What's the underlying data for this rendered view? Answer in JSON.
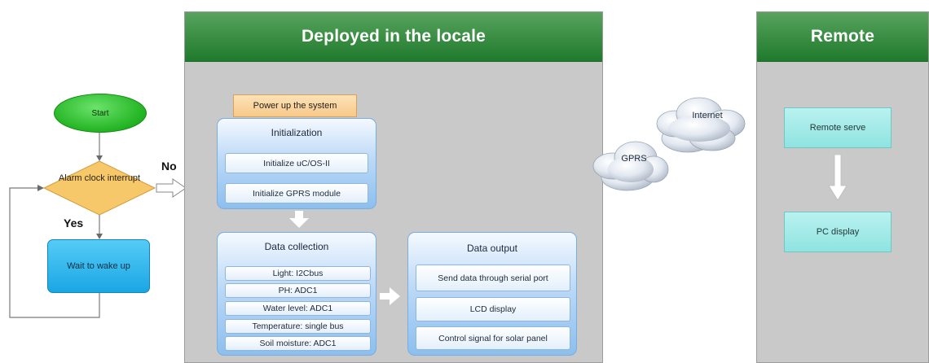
{
  "flowchart": {
    "start": "Start",
    "decision": "Alarm clock interrupt",
    "no": "No",
    "yes": "Yes",
    "wait": "Wait to wake up"
  },
  "locale_panel": {
    "header": "Deployed in the locale",
    "power": "Power up the system",
    "init": {
      "title": "Initialization",
      "items": [
        "Initialize uC/OS-II",
        "Initialize GPRS module"
      ]
    },
    "collection": {
      "title": "Data collection",
      "items": [
        "Light: I2Cbus",
        "PH: ADC1",
        "Water level: ADC1",
        "Temperature: single bus",
        "Soil moisture: ADC1"
      ]
    },
    "output": {
      "title": "Data output",
      "items": [
        "Send data through serial port",
        "LCD display",
        "Control signal for solar panel"
      ]
    }
  },
  "network": {
    "gprs": "GPRS",
    "internet": "Internet"
  },
  "remote_panel": {
    "header": "Remote",
    "server": "Remote serve",
    "display": "PC display"
  },
  "colors": {
    "header_green": "#2e8b3c",
    "panel_gray": "#c9c9c9",
    "start_green": "#22b322",
    "decision_orange": "#f7c86a",
    "wait_blue": "#1aa6e4",
    "remote_cyan": "#9ee8e5"
  }
}
